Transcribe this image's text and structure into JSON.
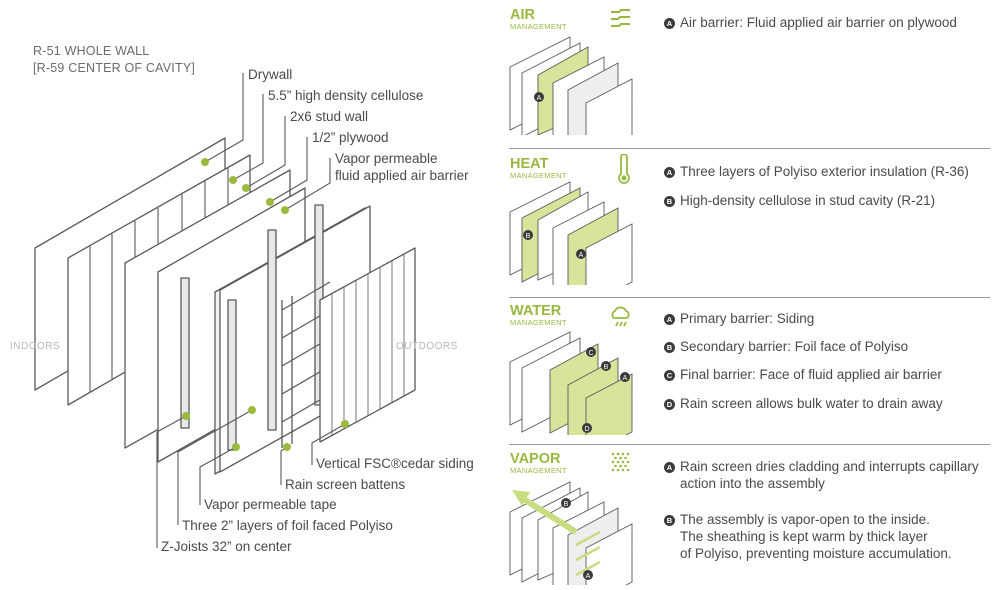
{
  "main_diagram": {
    "title_lines": [
      "R-51 WHOLE WALL",
      "[R-59 CENTER OF CAVITY]"
    ],
    "side_labels": {
      "indoors": "INDOORS",
      "outdoors": "OUTDOORS"
    },
    "top_callouts": [
      "Drywall",
      "5.5” high density cellulose",
      "2x6 stud wall",
      "1/2” plywood",
      "Vapor permeable",
      "fluid applied air barrier"
    ],
    "bottom_callouts": [
      "Vertical FSC®cedar siding",
      "Rain screen battens",
      "Vapor permeable tape",
      "Three 2” layers of foil faced Polyiso",
      "Z-Joists 32” on center"
    ],
    "accent_color": "#9bbb3e",
    "line_color": "#5a5a5a"
  },
  "sections": [
    {
      "title": "AIR",
      "subtitle": "MANAGEMENT",
      "icon": "wind-icon",
      "items": [
        {
          "badge": "A",
          "lines": [
            "Air barrier: Fluid applied air barrier on plywood"
          ]
        }
      ]
    },
    {
      "title": "HEAT",
      "subtitle": "MANAGEMENT",
      "icon": "thermometer-icon",
      "items": [
        {
          "badge": "A",
          "lines": [
            "Three layers of Polyiso exterior insulation (R-36)"
          ]
        },
        {
          "badge": "B",
          "lines": [
            "High-density cellulose in stud cavity (R-21)"
          ]
        }
      ]
    },
    {
      "title": "WATER",
      "subtitle": "MANAGEMENT",
      "icon": "rain-cloud-icon",
      "items": [
        {
          "badge": "A",
          "lines": [
            "Primary barrier: Siding"
          ]
        },
        {
          "badge": "B",
          "lines": [
            "Secondary barrier: Foil face of Polyiso"
          ]
        },
        {
          "badge": "C",
          "lines": [
            "Final barrier: Face of fluid applied air barrier"
          ]
        },
        {
          "badge": "D",
          "lines": [
            "Rain screen allows bulk water to drain away"
          ]
        }
      ]
    },
    {
      "title": "VAPOR",
      "subtitle": "MANAGEMENT",
      "icon": "vapor-dots-icon",
      "items": [
        {
          "badge": "A",
          "lines": [
            "Rain screen dries cladding and interrupts capillary",
            "action into the assembly"
          ]
        },
        {
          "badge": "B",
          "lines": [
            "The assembly is vapor-open to the inside.",
            "The sheathing is kept warm by thick layer",
            "of Polyiso,  preventing moisture accumulation."
          ]
        }
      ]
    }
  ],
  "colors": {
    "green": "#98b840",
    "green_fill": "#d6e59a",
    "text": "#4a4a4a",
    "badge": "#3a3a3a",
    "divider": "#9a9a9a"
  }
}
